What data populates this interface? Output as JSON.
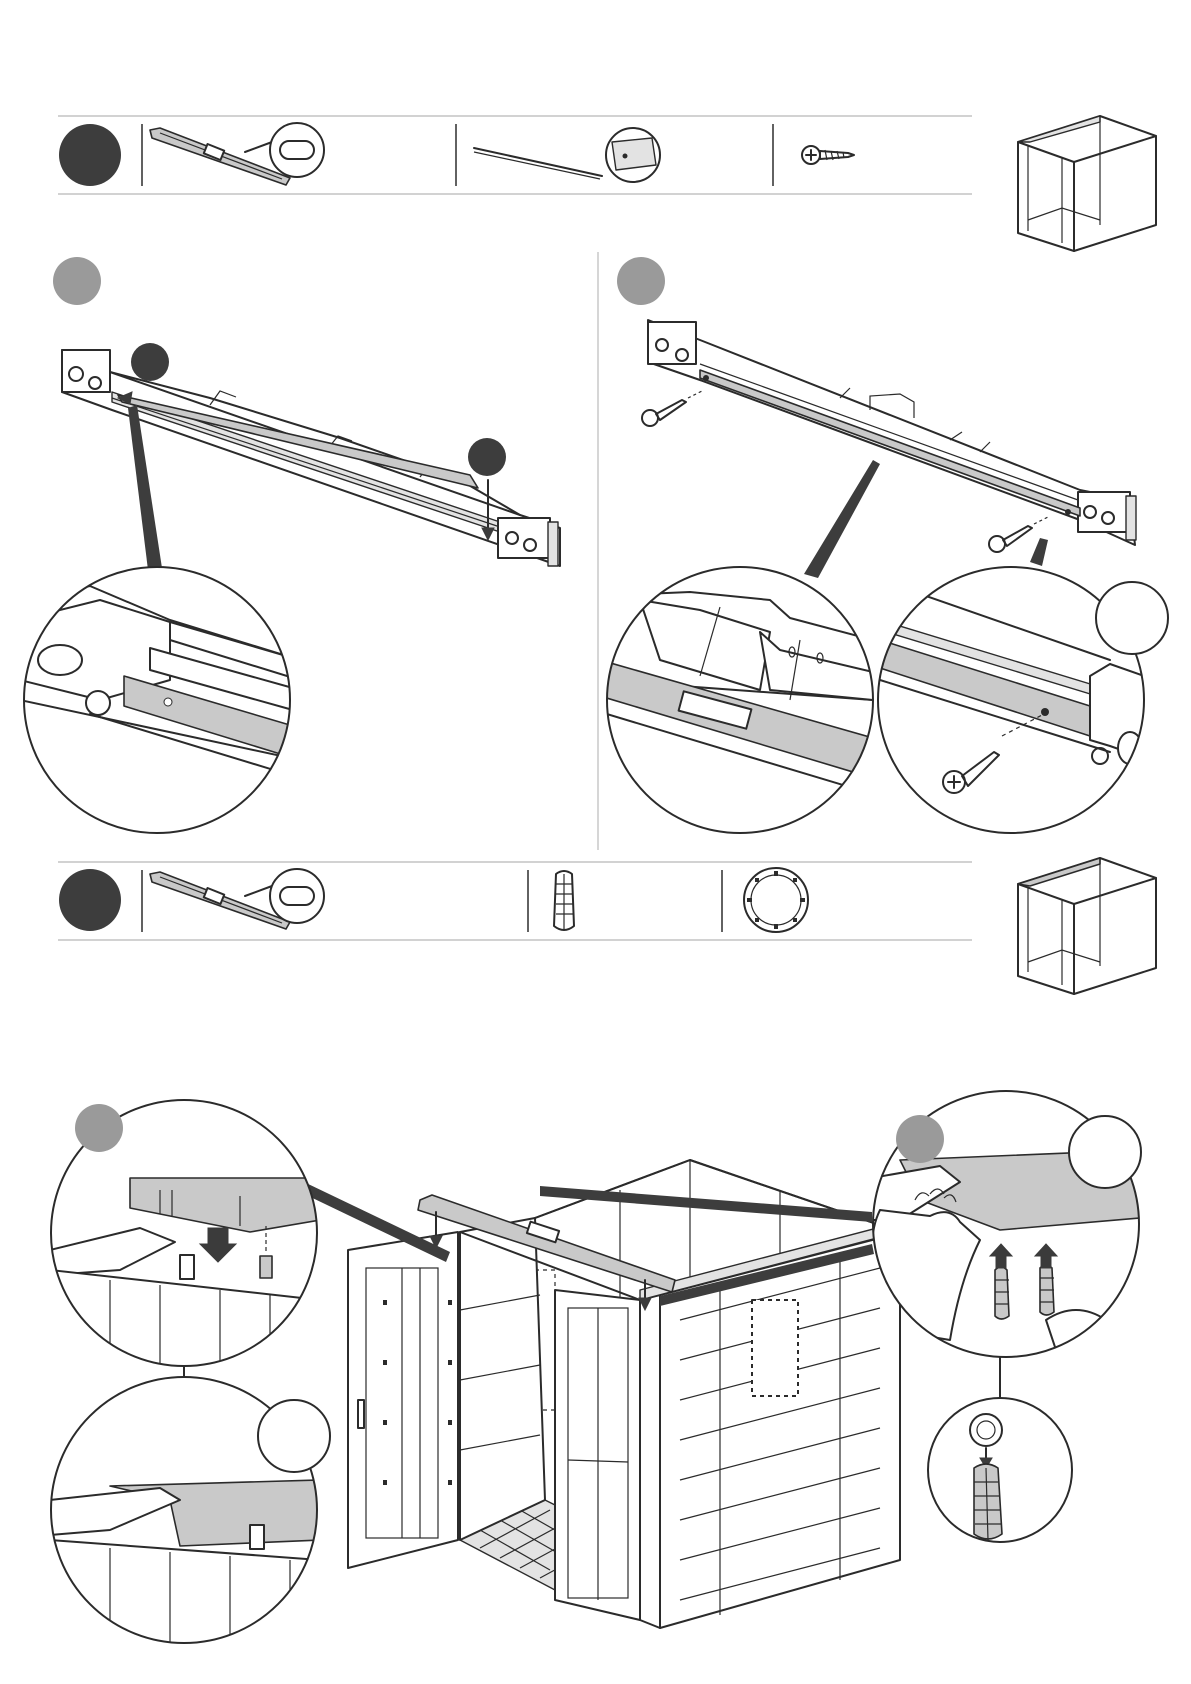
{
  "page": {
    "kind": "assembly-instructions",
    "text_labels": []
  },
  "colors": {
    "step_marker_dark": "#3d3d3d",
    "step_marker_grey": "#9a9a9a",
    "part_fill": "#c9c9c9",
    "line": "#2b2b2b",
    "rule": "#c4c4c4"
  },
  "icons": [
    "roof-beam-icon",
    "metal-rod-icon",
    "screw-icon",
    "expansion-plug-icon",
    "washer-ring-icon",
    "shed-thumbnail-icon"
  ],
  "sections": [
    {
      "name": "parts-list-1",
      "parts": [
        "roof-beam",
        "metal-rod",
        "screw"
      ]
    },
    {
      "name": "step-panel-a",
      "callouts": 1
    },
    {
      "name": "step-panel-b",
      "callouts": 2
    },
    {
      "name": "parts-list-2",
      "parts": [
        "roof-beam",
        "expansion-plug",
        "washer-ring"
      ]
    },
    {
      "name": "assembly-scene",
      "callouts": 3
    }
  ]
}
